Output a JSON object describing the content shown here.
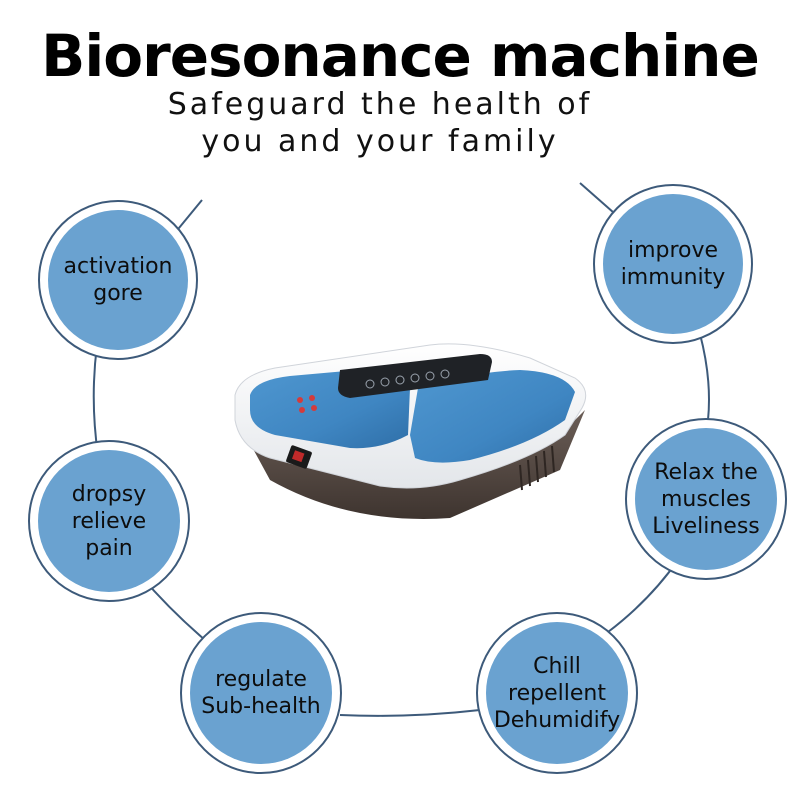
{
  "header": {
    "title": "Bioresonance machine",
    "subtitle": "Safeguard the health of\nyou and your family"
  },
  "benefits": [
    {
      "id": "activation",
      "label": "activation\ngore"
    },
    {
      "id": "immunity",
      "label": "improve\nimmunity"
    },
    {
      "id": "dropsy",
      "label": "dropsy\nrelieve\npain"
    },
    {
      "id": "relax",
      "label": "Relax the\nmuscles\nLiveliness"
    },
    {
      "id": "subhealth",
      "label": "regulate\nSub-health"
    },
    {
      "id": "chill",
      "label": "Chill\nrepellent\nDehumidify"
    }
  ],
  "colors": {
    "bubble_fill": "#6aa2d0",
    "bubble_ring": "#3d5a7a",
    "device_pad": "#3f86c2",
    "device_body": "#5a4d47"
  },
  "icons": [
    "foot-massager-device-image"
  ]
}
